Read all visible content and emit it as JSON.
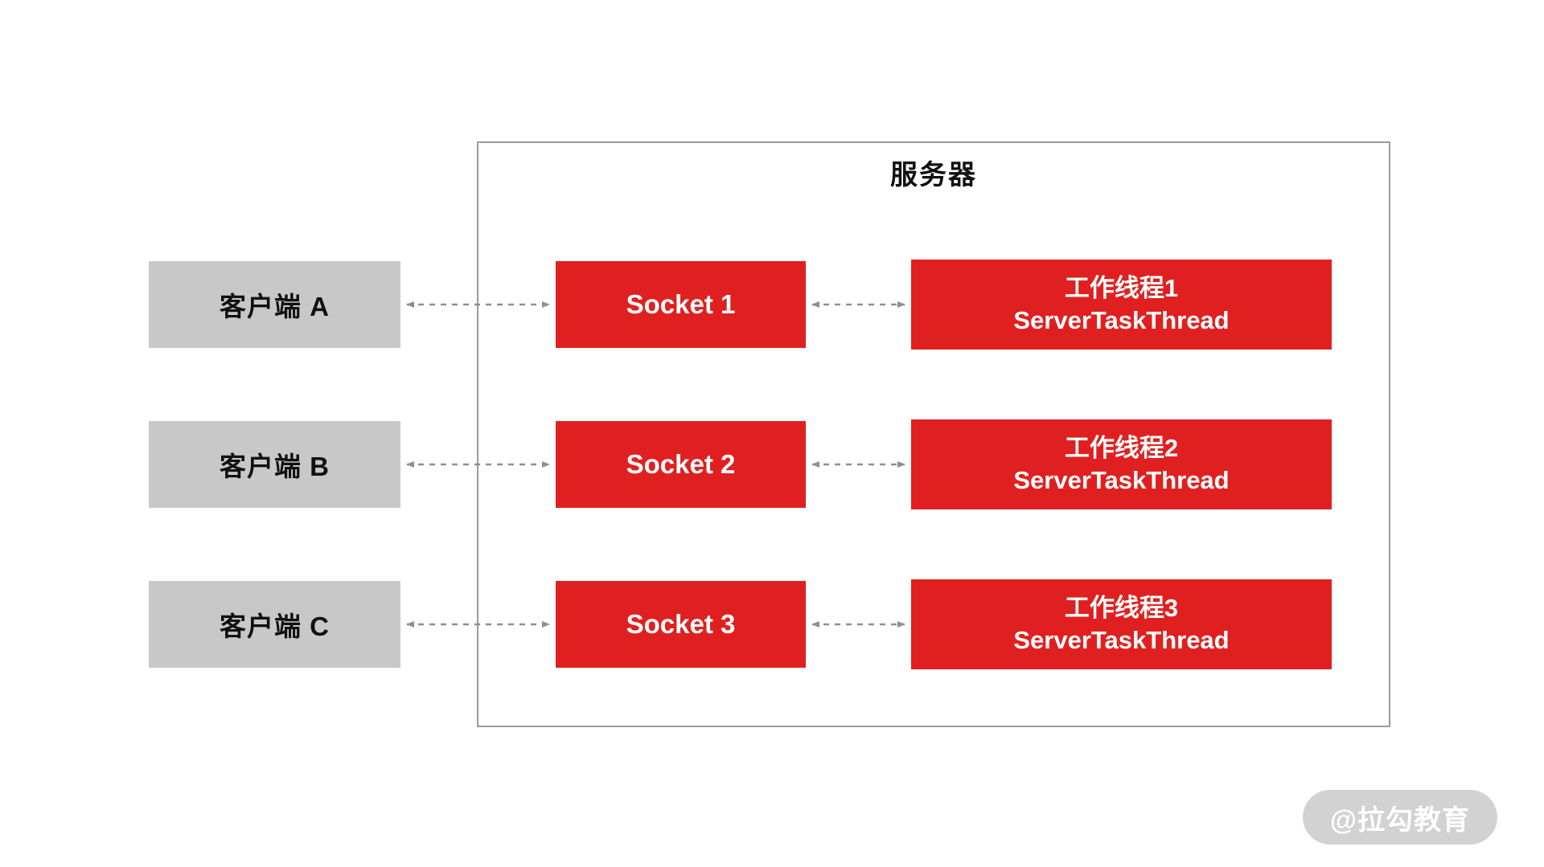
{
  "server": {
    "title": "服务器"
  },
  "clients": [
    {
      "label": "客户端 A"
    },
    {
      "label": "客户端 B"
    },
    {
      "label": "客户端 C"
    }
  ],
  "sockets": [
    {
      "label": "Socket 1"
    },
    {
      "label": "Socket 2"
    },
    {
      "label": "Socket 3"
    }
  ],
  "threads": [
    {
      "line1": "工作线程1",
      "line2": "ServerTaskThread"
    },
    {
      "line1": "工作线程2",
      "line2": "ServerTaskThread"
    },
    {
      "line1": "工作线程3",
      "line2": "ServerTaskThread"
    }
  ],
  "watermark": {
    "label": "@拉勾教育"
  },
  "colors": {
    "box_red": "#e02020",
    "box_gray": "#c8c8c8",
    "arrow_gray": "#8f8f8f",
    "server_border": "#9b9b9b"
  }
}
